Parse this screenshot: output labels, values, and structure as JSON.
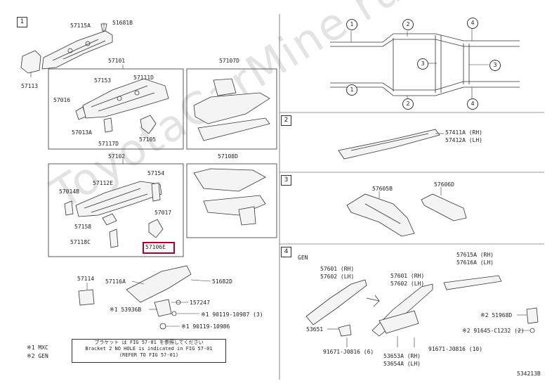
{
  "diagram_id": "534213B",
  "watermark": "ToyotaCarMine.ru",
  "sections": {
    "s1": "1",
    "s2": "2",
    "s3": "3",
    "s4": "4"
  },
  "callouts": [
    "1",
    "2",
    "3",
    "4",
    "1",
    "2",
    "3",
    "4"
  ],
  "parts": {
    "p57115A": "57115A",
    "p51681B": "51681B",
    "p57113": "57113",
    "p57101": "57101",
    "p57153": "57153",
    "p57111D": "57111D",
    "p57016": "57016",
    "p57013A": "57013A",
    "p57117D": "57117D",
    "p57105": "57105",
    "p57107D": "57107D",
    "p57102": "57102",
    "p57154": "57154",
    "p57014B": "57014B",
    "p57112E": "57112E",
    "p57017": "57017",
    "p57158": "57158",
    "p57118C": "57118C",
    "p57106E": "57106E",
    "p57108D": "57108D",
    "p57114": "57114",
    "p57116A": "57116A",
    "p51682D": "51682D",
    "p157247": "157247",
    "p53936B": "※1 53936B",
    "p90119_10987": "※1 90119-10987 (3)",
    "p90119_10986": "※1 90119-10986",
    "p57411A": "57411A (RH)",
    "p57412A": "57412A (LH)",
    "p57605B": "57605B",
    "p57606D": "57606D",
    "p57601_l": "57601 (RH)",
    "p57602_l": "57602 (LH)",
    "p57601_r": "57601 (RH)",
    "p57602_r": "57602 (LH)",
    "p57615A": "57615A (RH)",
    "p57616A": "57616A (LH)",
    "p51968D": "※2 51968D",
    "p91645": "※2 91645-C1232 (2)",
    "p53651": "53651",
    "p91671_6": "91671-J0816 (6)",
    "p91671_10": "91671-J0816 (10)",
    "p53653A": "53653A (RH)",
    "p53654A": "53654A (LH)",
    "gen": "GEN"
  },
  "legend": {
    "l1": "※1 MXC",
    "l2": "※2 GEN"
  },
  "note": {
    "line1": "ブラケット は FIG 57-01 を参照してください",
    "line2": "Bracket 2 NO HOLE is indicated in FIG 57-01",
    "line3": "(REFER TO FIG 57-01)"
  }
}
